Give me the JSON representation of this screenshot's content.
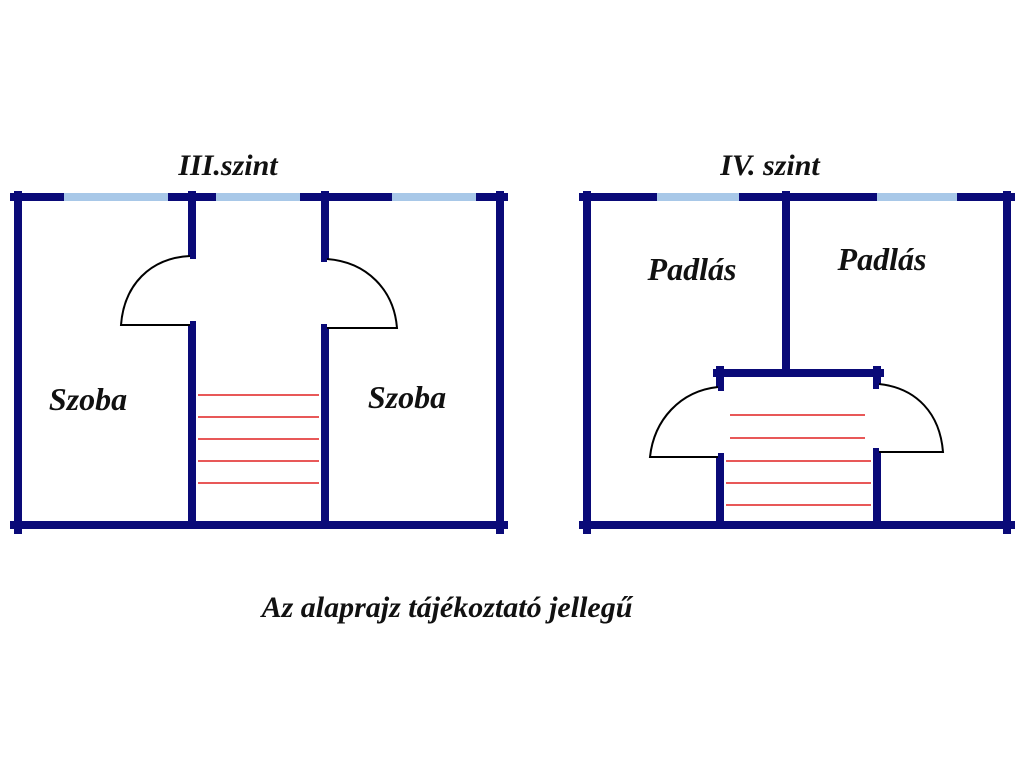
{
  "floors": [
    {
      "title": "III.szint",
      "rooms": [
        "Szoba",
        "Szoba"
      ]
    },
    {
      "title": "IV. szint",
      "rooms": [
        "Padlás",
        "Padlás"
      ]
    }
  ],
  "note": "Az alaprajz tájékoztató jellegű",
  "colors": {
    "wall": "#0a0a78",
    "window": "#a8c8e8",
    "stairs": "#e02020",
    "outline": "#000000"
  }
}
